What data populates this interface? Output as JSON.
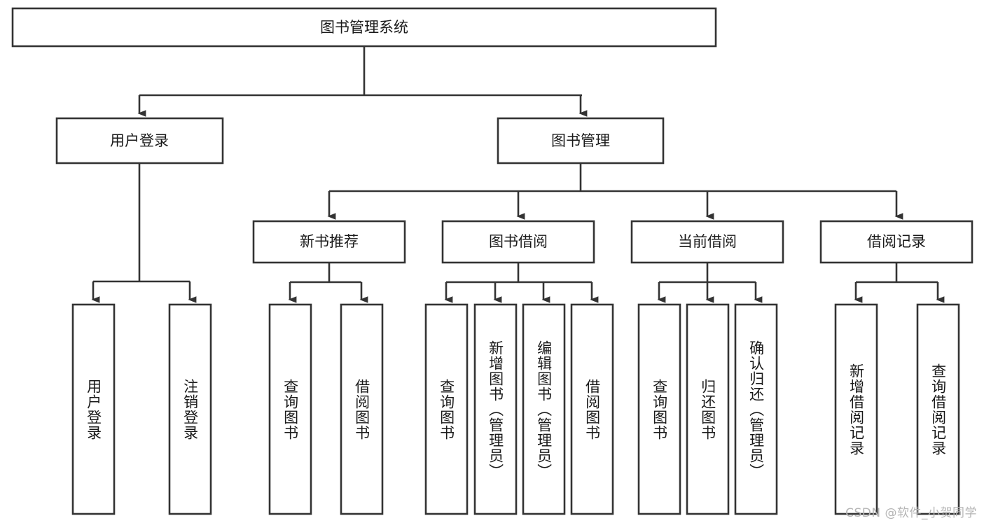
{
  "diagram": {
    "title": "图书管理系统",
    "type": "tree-hierarchy",
    "root": {
      "label": "图书管理系统"
    },
    "level2": [
      {
        "label": "用户登录"
      },
      {
        "label": "图书管理"
      }
    ],
    "level3": [
      {
        "label": "新书推荐"
      },
      {
        "label": "图书借阅"
      },
      {
        "label": "当前借阅"
      },
      {
        "label": "借阅记录"
      }
    ],
    "leaves": {
      "user_login": [
        {
          "label": "用户登录"
        },
        {
          "label": "注销登录"
        }
      ],
      "new_book_recommend": [
        {
          "label": "查询图书"
        },
        {
          "label": "借阅图书"
        }
      ],
      "book_borrow": [
        {
          "label": "查询图书"
        },
        {
          "label": "新增图书（管理员）"
        },
        {
          "label": "编辑图书（管理员）"
        },
        {
          "label": "借阅图书"
        }
      ],
      "current_borrow": [
        {
          "label": "查询图书"
        },
        {
          "label": "归还图书"
        },
        {
          "label": "确认归还（管理员）"
        }
      ],
      "borrow_record": [
        {
          "label": "新增借阅记录"
        },
        {
          "label": "查询借阅记录"
        }
      ]
    }
  },
  "watermark": {
    "text": "CSDN @软件_小贺同学"
  },
  "colors": {
    "stroke": "#333333",
    "box_fill": "#ffffff",
    "text": "#1a1a1a",
    "watermark": "#b5b5b5",
    "background": "#ffffff"
  }
}
